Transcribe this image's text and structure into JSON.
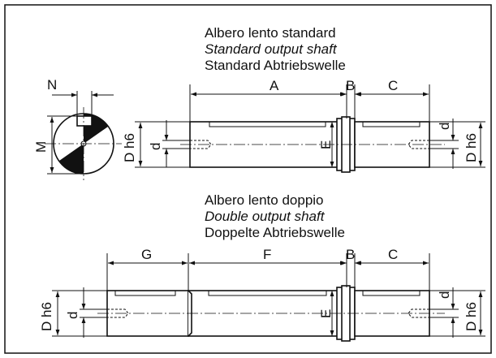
{
  "top_section": {
    "title_it": "Albero lento standard",
    "title_en": "Standard output shaft",
    "title_de": "Standard Abtriebswelle",
    "dims": {
      "n": "N",
      "m": "M",
      "a": "A",
      "b": "B",
      "c": "C",
      "d_left": "d",
      "dh6_left": "D h6",
      "e": "E",
      "d_right": "d",
      "dh6_right": "D h6"
    }
  },
  "bottom_section": {
    "title_it": "Albero lento doppio",
    "title_en": "Double output shaft",
    "title_de": "Doppelte Abtriebswelle",
    "dims": {
      "g": "G",
      "f": "F",
      "b": "B",
      "c": "C",
      "dh6_left": "D h6",
      "d_left": "d",
      "e": "E",
      "d_right": "d",
      "dh6_right": "D h6"
    }
  }
}
